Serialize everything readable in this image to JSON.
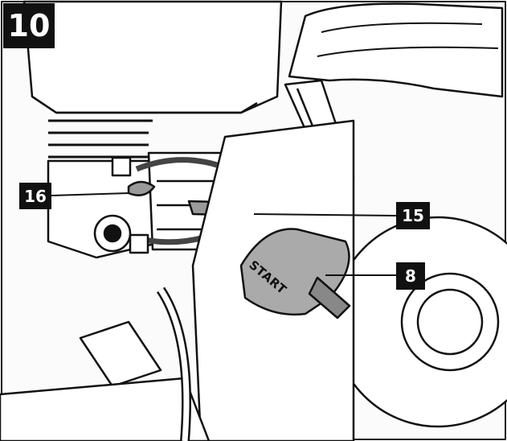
{
  "figure": {
    "number": "10"
  },
  "callouts": [
    {
      "id": "16",
      "label": "16",
      "target": "fuel-valve-lever"
    },
    {
      "id": "15",
      "label": "15",
      "target": "choke-lever"
    },
    {
      "id": "8",
      "label": "8",
      "target": "recoil-starter-handle"
    }
  ],
  "start_handle": {
    "text": "START"
  },
  "colors": {
    "line": "#111111",
    "fill": "#ffffff",
    "shade": "#9a9a9a",
    "callout_bg": "#111111"
  }
}
